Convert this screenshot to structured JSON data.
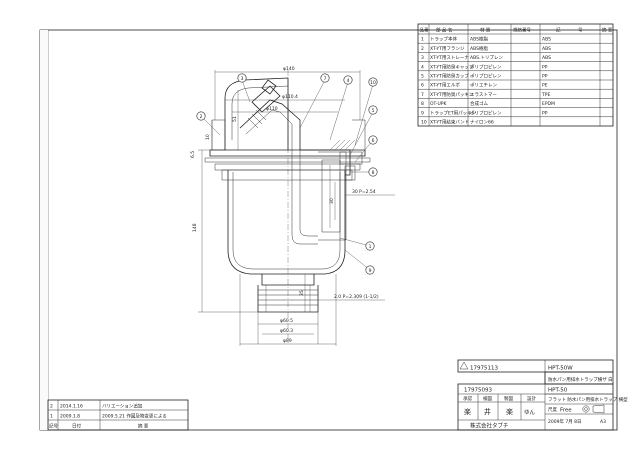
{
  "parts_table": {
    "headers": [
      "品番",
      "部 品 名",
      "材 質",
      "規格番号",
      "記",
      "号",
      "摘 要"
    ],
    "rows": [
      {
        "no": "1",
        "name": "トラップ本体",
        "material": "ABS樹脂",
        "mark": "ABS"
      },
      {
        "no": "2",
        "name": "XT-YT用フランジ",
        "material": "ABS樹脂",
        "mark": "ABS"
      },
      {
        "no": "3",
        "name": "XT-YT用ストレーナ",
        "material": "ABS.トリプレン",
        "mark": "ABS"
      },
      {
        "no": "4",
        "name": "XT-YT用防臭キャップ",
        "material": "ポリプロピレン",
        "mark": "PP"
      },
      {
        "no": "5",
        "name": "XT-YT用防臭カップ",
        "material": "ポリプロピレン",
        "mark": "PP"
      },
      {
        "no": "6",
        "name": "XT-YT用エルボ",
        "material": "ポリエチレン",
        "mark": "PE"
      },
      {
        "no": "7",
        "name": "XT-YT用防臭パッキン",
        "material": "エラストマー",
        "mark": "TPE"
      },
      {
        "no": "8",
        "name": "OT-UPK",
        "material": "合成ゴム",
        "mark": "EPDM"
      },
      {
        "no": "9",
        "name": "トラップET用パッキン",
        "material": "ポリプロピレン",
        "mark": "PP"
      },
      {
        "no": "10",
        "name": "XT-YT用結束バンド",
        "material": "ナイロン66",
        "mark": ""
      }
    ]
  },
  "drawing": {
    "balloons": [
      "1",
      "2",
      "3",
      "4",
      "5",
      "6",
      "7",
      "8",
      "9",
      "10"
    ],
    "dimensions": {
      "top_width": "φ140",
      "flange_width": "φ110.4",
      "mid_width": "φ110",
      "bottom_outer": "φ89",
      "bottom_dim_1": "φ60.5",
      "bottom_dim_2": "φ60.3",
      "total_height": "148",
      "left_upper": "10",
      "left_small": "6.5",
      "left_height_2": "51",
      "right_height": "30",
      "bottom_height": "35",
      "note_1": "30 P=2.54",
      "note_2": "2.0 P=2.309 (1-1/2)"
    }
  },
  "revisions": [
    {
      "mark": "2",
      "date": "2014.1.16",
      "text": "バリエーション追加"
    },
    {
      "mark": "1",
      "date": "2009.1.8",
      "text": "2009.5.21 作図及物変更による"
    }
  ],
  "revision_headers": [
    "記号",
    "日付",
    "摘 要"
  ],
  "title_block": {
    "drawing_no_1": "17975113",
    "model_1": "HPT-50W",
    "description_1": "防水パン用排水トラップ横ザ 白",
    "drawing_no_2": "17975093",
    "model_2": "HPT-50",
    "description_2": "フラット 防水パン用排水トラップ 横型",
    "approval_labels": [
      "承認",
      "検図",
      "製図",
      "設計"
    ],
    "approvals": [
      "楽",
      "井",
      "楽",
      "ゆん"
    ],
    "scale_label": "尺度",
    "scale": "Free",
    "company": "株式会社タブチ",
    "date": "2009年 7月 8日",
    "sheet": "A3"
  }
}
